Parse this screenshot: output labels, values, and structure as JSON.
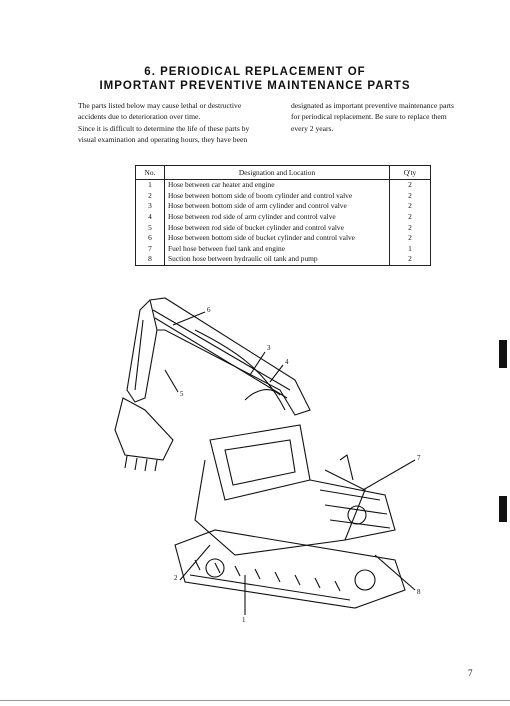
{
  "title": {
    "line1": "6.  PERIODICAL  REPLACEMENT  OF",
    "line2": "IMPORTANT  PREVENTIVE  MAINTENANCE  PARTS"
  },
  "intro": {
    "left": [
      "The parts listed below may cause lethal or destructive",
      "accidents due to deterioration over time.",
      "Since it is difficult to determine the life of these parts by",
      "visual examination and operating hours, they have been"
    ],
    "right": [
      "designated as important preventive maintenance parts",
      "for periodical replacement.  Be sure to replace them",
      "every 2 years."
    ]
  },
  "table": {
    "headers": [
      "No.",
      "Designation and Location",
      "Q'ty"
    ],
    "rows": [
      {
        "no": "1",
        "designation": "Hose between car heater and engine",
        "qty": "2"
      },
      {
        "no": "2",
        "designation": "Hose between bottom side of boom cylinder and control valve",
        "qty": "2"
      },
      {
        "no": "3",
        "designation": "Hose between bottom side of arm cylinder and control valve",
        "qty": "2"
      },
      {
        "no": "4",
        "designation": "Hose between rod side of arm cylinder and control valve",
        "qty": "2"
      },
      {
        "no": "5",
        "designation": "Hose between rod side of bucket cylinder and control valve",
        "qty": "2"
      },
      {
        "no": "6",
        "designation": "Hose between bottom side of bucket cylinder and control valve",
        "qty": "2"
      },
      {
        "no": "7",
        "designation": "Fuel hose between fuel tank and engine",
        "qty": "1"
      },
      {
        "no": "8",
        "designation": "Suction hose between hydraulic oil tank and pump",
        "qty": "2"
      }
    ]
  },
  "figure_callouts": [
    "6",
    "3",
    "4",
    "5",
    "7",
    "2",
    "8",
    "1"
  ],
  "page_number": "7"
}
